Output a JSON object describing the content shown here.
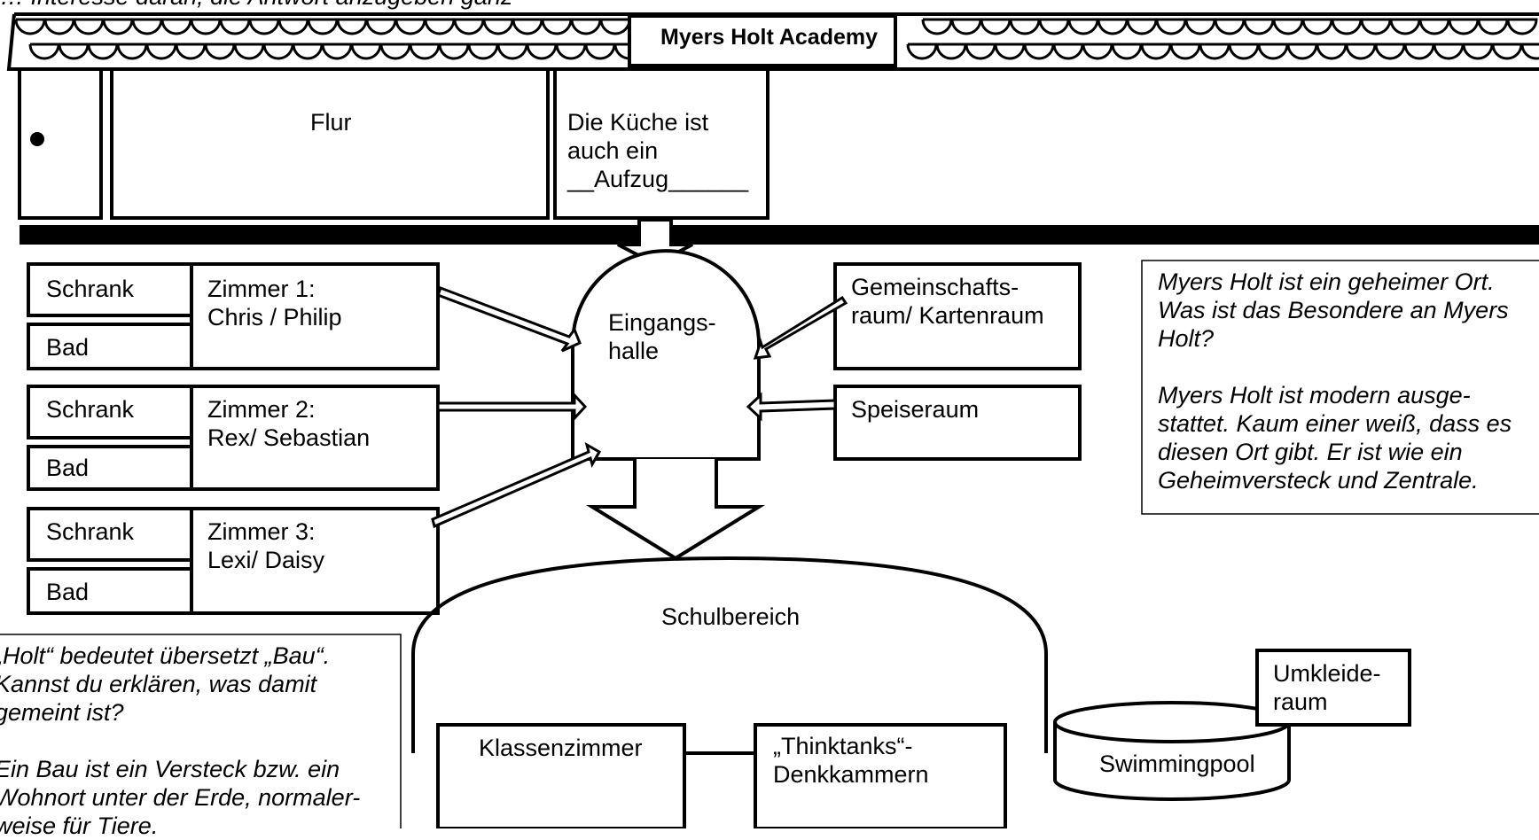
{
  "top_instruction": "… Interesse daran, die Antwort anzugeben ganz",
  "academy_title": "Myers Holt Academy",
  "flur": "Flur",
  "kitchen": "Die Küche ist\nauch ein\n__Aufzug______",
  "rooms": [
    {
      "closet": "Schrank",
      "bath": "Bad",
      "room": "Zimmer 1:\nChris / Philip"
    },
    {
      "closet": "Schrank",
      "bath": "Bad",
      "room": "Zimmer 2:\nRex/ Sebastian"
    },
    {
      "closet": "Schrank",
      "bath": "Bad",
      "room": "Zimmer 3:\nLexi/ Daisy"
    }
  ],
  "entrance_hall": "Eingangs-\nhalle",
  "common_room": "Gemeinschafts-\nraum/ Kartenraum",
  "dining_room": "Speiseraum",
  "school_area": "Schulbereich",
  "classroom": "Klassenzimmer",
  "thinktanks": "„Thinktanks“-\nDenkkammern",
  "pool": "Swimmingpool",
  "changing_room": "Umkleide-\nraum",
  "note_right": "Myers Holt ist ein geheimer Ort.\nWas ist das Besondere an Myers\nHolt?\n\nMyers Holt ist modern ausge-\nstattet. Kaum einer weiß, dass es\ndiesen Ort gibt. Er ist wie ein\nGeheimversteck und Zentrale.",
  "note_left": "„Holt“ bedeutet übersetzt „Bau“.\nKannst du erklären, was damit\ngemeint ist?\n\nEin Bau ist ein Versteck bzw. ein\nWohnort unter der Erde, normaler-\nweise für Tiere."
}
